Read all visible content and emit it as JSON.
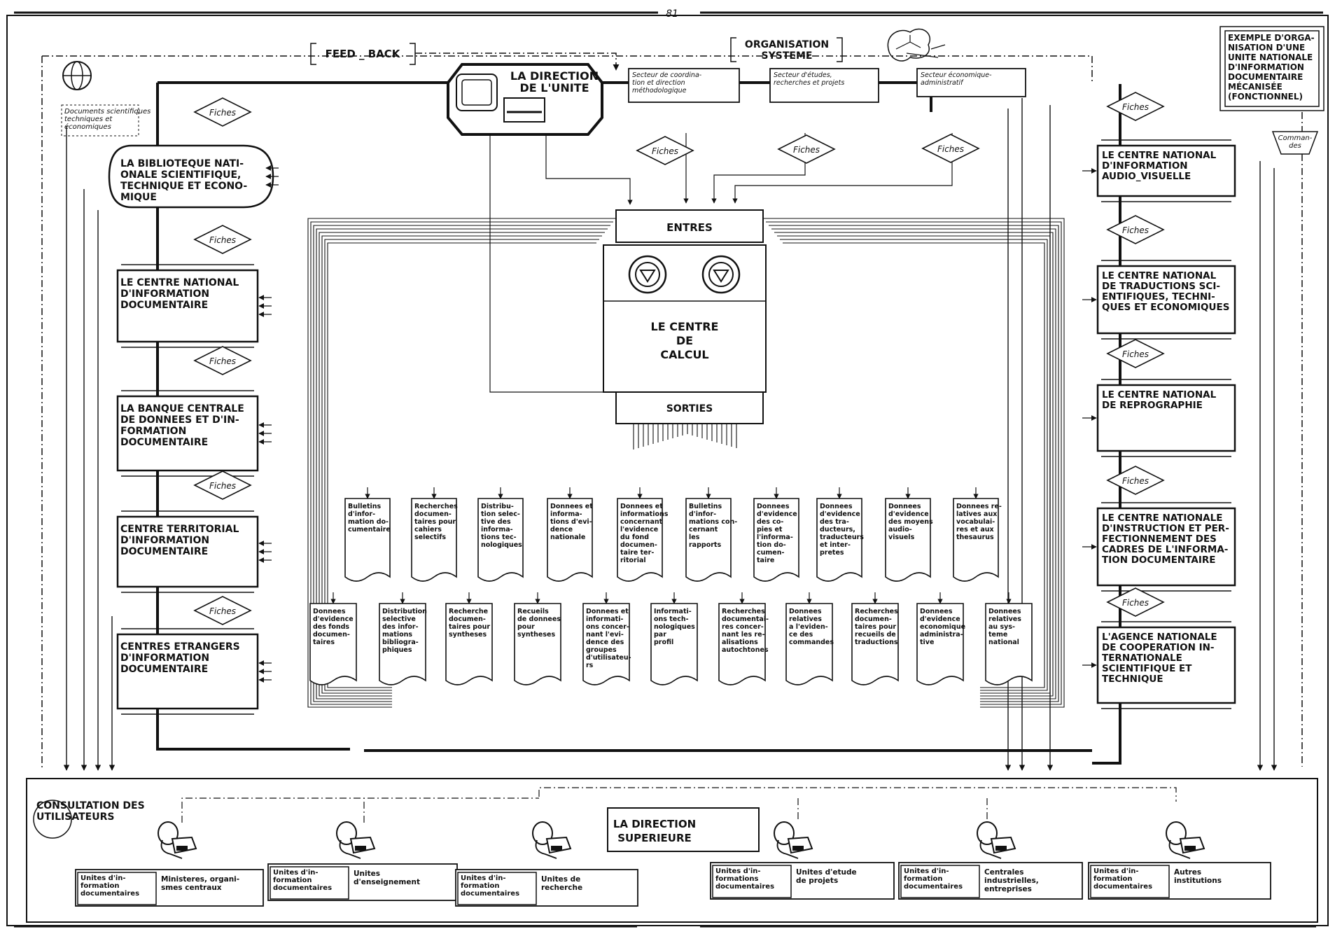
{
  "page_number": "81",
  "title": [
    "EXEMPLE D'ORGA-",
    "NISATION D'UNE",
    "UNITE NATIONALE",
    "D'INFORMATION",
    "DOCUMENTAIRE",
    "MÉCANISÉE",
    "(FONCTIONNEL)"
  ],
  "top": {
    "feedback": "FEED _ BACK",
    "organisation": [
      "ORGANISATION",
      "SYSTEME"
    ],
    "direction_unite": [
      "LA DIRECTION",
      "DE L'UNITE"
    ],
    "documents_note": [
      "Documents scientifiques",
      "techniques et",
      "économiques"
    ],
    "sectors": [
      [
        "Secteur de coordina-",
        "tion et direction",
        "méthodologique"
      ],
      [
        "Secteur d'études,",
        "recherches et projets"
      ],
      [
        "Secteur économique-",
        "administratif"
      ]
    ],
    "commandes": [
      "Comman-",
      "des"
    ]
  },
  "fiches_label": "Fiches",
  "left_centers": [
    [
      "LA BIBLIOTEQUE NATI-",
      "ONALE SCIENTIFIQUE,",
      "TECHNIQUE ET ECONO-",
      "MIQUE"
    ],
    [
      "LE CENTRE NATIONAL",
      "D'INFORMATION",
      "DOCUMENTAIRE"
    ],
    [
      "LA BANQUE CENTRALE",
      "DE DONNEES ET D'IN-",
      "FORMATION",
      "DOCUMENTAIRE"
    ],
    [
      "CENTRE TERRITORIAL",
      "D'INFORMATION",
      "DOCUMENTAIRE"
    ],
    [
      "CENTRES ETRANGERS",
      "D'INFORMATION",
      "DOCUMENTAIRE"
    ]
  ],
  "right_centers": [
    [
      "LE CENTRE NATIONAL",
      "D'INFORMATION",
      "AUDIO_VISUELLE"
    ],
    [
      "LE CENTRE NATIONAL",
      "DE TRADUCTIONS SCI-",
      "ENTIFIQUES, TECHNI-",
      "QUES ET ECONOMIQUES"
    ],
    [
      "LE CENTRE NATIONAL",
      "DE REPROGRAPHIE"
    ],
    [
      "LE CENTRE NATIONALE",
      "D'INSTRUCTION ET PER-",
      "FECTIONNEMENT DES",
      "CADRES DE L'INFORMA-",
      "TION DOCUMENTAIRE"
    ],
    [
      "L'AGENCE NATIONALE",
      "DE COOPERATION IN-",
      "TERNATIONALE",
      "SCIENTIFIQUE ET",
      "TECHNIQUE"
    ]
  ],
  "computer": {
    "entrees": "ENTRES",
    "center": [
      "LE CENTRE",
      "DE",
      "CALCUL"
    ],
    "sorties": "SORTIES"
  },
  "outputs_upper": [
    [
      "Bulletins",
      "d'infor-",
      "mation do-",
      "cumentaire"
    ],
    [
      "Recherches",
      "documen-",
      "taires pour",
      "cahiers",
      "selectifs"
    ],
    [
      "Distribu-",
      "tion selec-",
      "tive des",
      "informa-",
      "tions tec-",
      "nologiques"
    ],
    [
      "Donnees et",
      "informa-",
      "tions d'evi-",
      "dence",
      "nationale"
    ],
    [
      "Donnees et",
      "informations",
      "concernant",
      "l'evidence",
      "du fond",
      "documen-",
      "taire ter-",
      "ritorial"
    ],
    [
      "Bulletins",
      "d'infor-",
      "mations con-",
      "cernant",
      "les",
      "rapports"
    ],
    [
      "Donnees",
      "d'evidence",
      "des co-",
      "pies et",
      "l'informa-",
      "tion do-",
      "cumen-",
      "taire"
    ],
    [
      "Donnees",
      "d'evidence",
      "des tra-",
      "ducteurs,",
      "traducteurs",
      "et inter-",
      "pretes"
    ],
    [
      "Donnees",
      "d'evidence",
      "des moyens",
      "audio-",
      "visuels"
    ],
    [
      "Donnees re-",
      "latives aux",
      "vocabulai-",
      "res et aux",
      "thesaurus"
    ]
  ],
  "outputs_lower": [
    [
      "Donnees",
      "d'evidence",
      "des fonds",
      "documen-",
      "taires"
    ],
    [
      "Distribution",
      "selective",
      "des infor-",
      "mations",
      "bibliogra-",
      "phiques"
    ],
    [
      "Recherche",
      "documen-",
      "taires pour",
      "syntheses"
    ],
    [
      "Recueils",
      "de donnees",
      "pour",
      "syntheses"
    ],
    [
      "Donnees et",
      "informati-",
      "ons concer-",
      "nant l'evi-",
      "dence des",
      "groupes",
      "d'utilisateu-",
      "rs"
    ],
    [
      "Informati-",
      "ons tech-",
      "nologiques",
      "par",
      "profil"
    ],
    [
      "Recherches",
      "documentai-",
      "res concer-",
      "nant les re-",
      "alisations",
      "autochtones"
    ],
    [
      "Donnees",
      "relatives",
      "a l'eviden-",
      "ce des",
      "commandes"
    ],
    [
      "Recherches",
      "documen-",
      "taires pour",
      "recueils de",
      "traductions"
    ],
    [
      "Donnees",
      "d'evidence",
      "economique",
      "administra-",
      "tive"
    ],
    [
      "Donnees",
      "relatives",
      "au sys-",
      "teme",
      "national"
    ]
  ],
  "bottom": {
    "consultation": [
      "CONSULTATION DES",
      "UTILISATEURS"
    ],
    "direction_sup": [
      "LA DIRECTION",
      "SUPERIEURE"
    ],
    "user_groups": [
      {
        "left": [
          "Unites d'in-",
          "formation",
          "documentaires"
        ],
        "right": [
          "Ministeres, organi-",
          "smes centraux"
        ]
      },
      {
        "left": [
          "Unites d'in-",
          "formation",
          "documentaires"
        ],
        "right": [
          "Unites",
          "d'enseignement"
        ]
      },
      {
        "left": [
          "Unites d'in-",
          "formation",
          "documentaires"
        ],
        "right": [
          "Unites de",
          "recherche"
        ]
      },
      {
        "left": [
          "Unites d'in-",
          "formations",
          "documentaires"
        ],
        "right": [
          "Unites d'etude",
          "de projets"
        ]
      },
      {
        "left": [
          "Unites d'in-",
          "formation",
          "documentaires"
        ],
        "right": [
          "Centrales",
          "industrielles,",
          "entreprises"
        ]
      },
      {
        "left": [
          "Unites d'in-",
          "formation",
          "documentaires"
        ],
        "right": [
          "Autres",
          "institutions"
        ]
      }
    ]
  }
}
